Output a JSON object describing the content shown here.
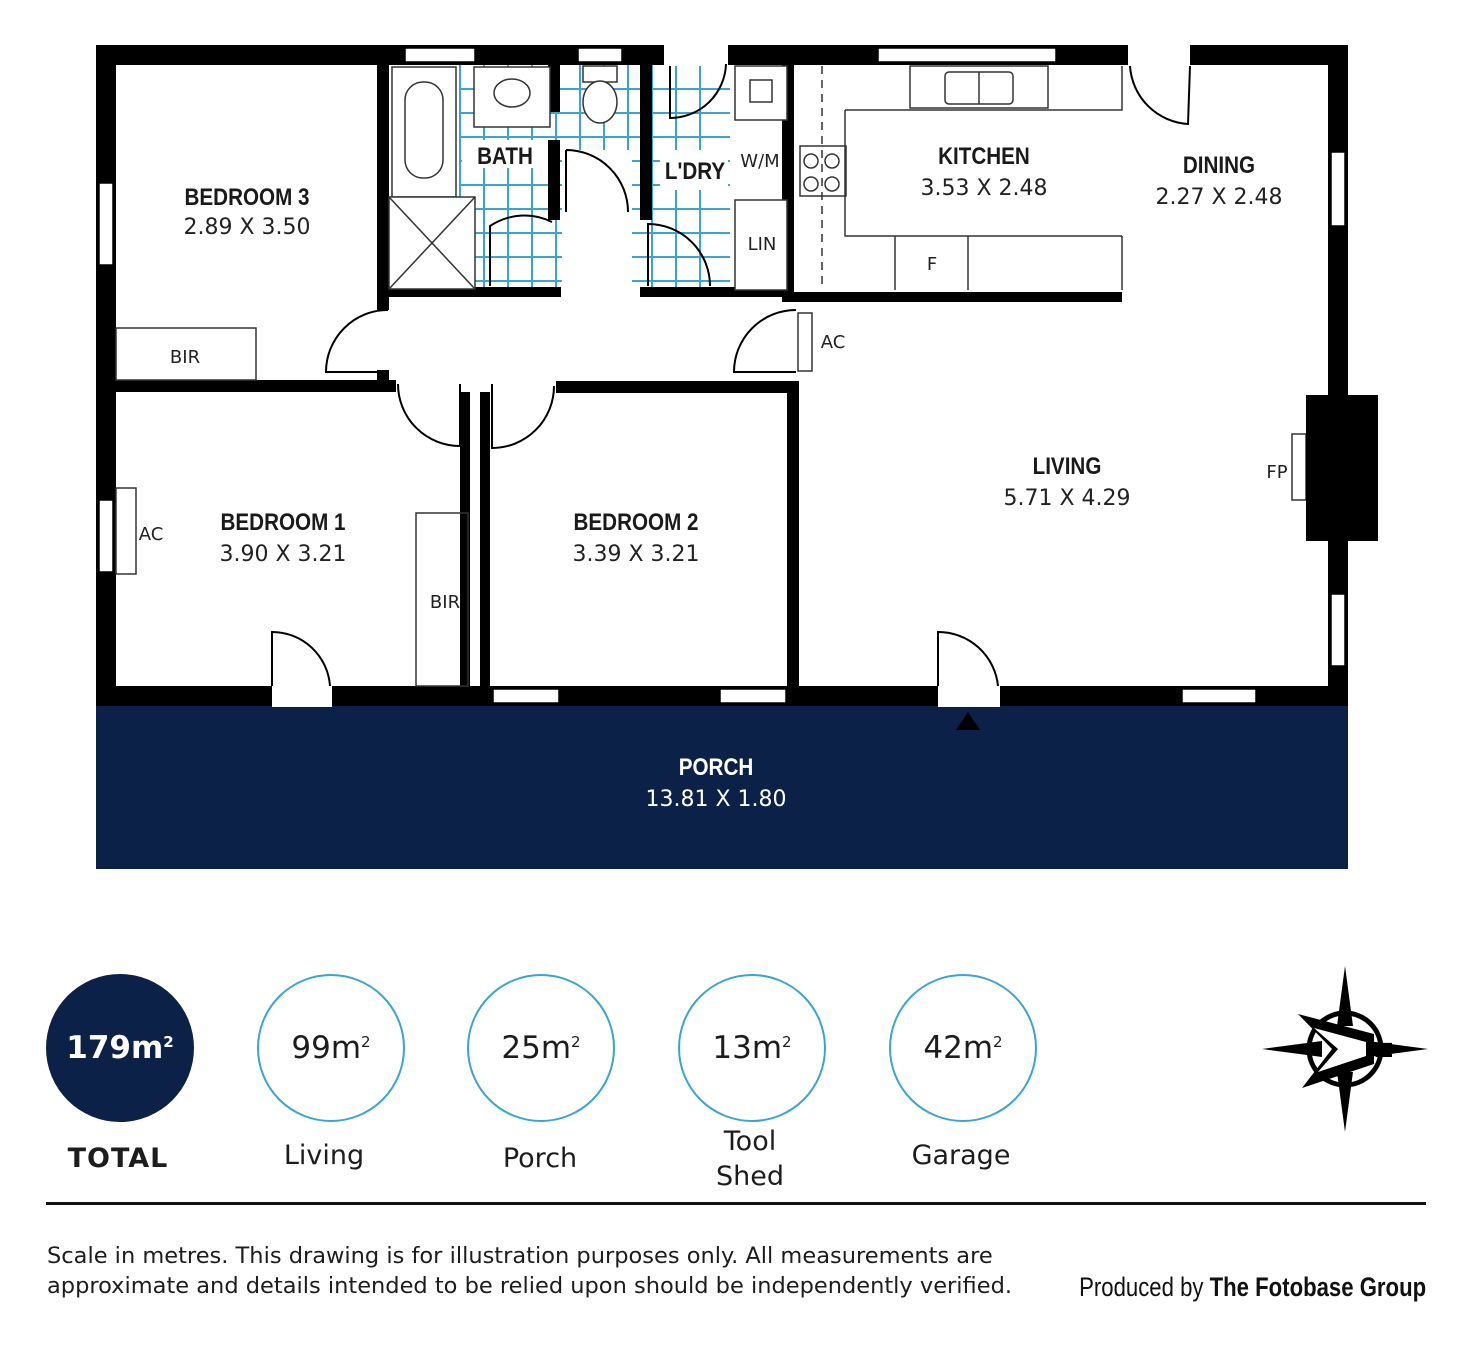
{
  "rooms": {
    "bedroom3": {
      "name": "BEDROOM 3",
      "dims": "2.89 X 3.50"
    },
    "bath": {
      "name": "BATH"
    },
    "laundry": {
      "name": "L'DRY"
    },
    "kitchen": {
      "name": "KITCHEN",
      "dims": "3.53 X 2.48"
    },
    "dining": {
      "name": "DINING",
      "dims": "2.27 X 2.48"
    },
    "bedroom1": {
      "name": "BEDROOM 1",
      "dims": "3.90 X 3.21"
    },
    "bedroom2": {
      "name": "BEDROOM 2",
      "dims": "3.39 X 3.21"
    },
    "living": {
      "name": "LIVING",
      "dims": "5.71 X 4.29"
    },
    "porch": {
      "name": "PORCH",
      "dims": "13.81 X 1.80"
    }
  },
  "fixtures": {
    "bir3": "BIR",
    "bir1": "BIR",
    "wm": "W/M",
    "lin": "LIN",
    "fridge": "F",
    "ac_living": "AC",
    "ac_bed1": "AC",
    "fp": "FP"
  },
  "stats": {
    "total": {
      "value": "179m",
      "sup": "2",
      "label": "TOTAL"
    },
    "living": {
      "value": "99m",
      "sup": "2",
      "label": "Living"
    },
    "porch": {
      "value": "25m",
      "sup": "2",
      "label": "Porch"
    },
    "tool_shed": {
      "value": "13m",
      "sup": "2",
      "label_line1": "Tool",
      "label_line2": "Shed"
    },
    "garage": {
      "value": "42m",
      "sup": "2",
      "label": "Garage"
    }
  },
  "compass_letter": "N",
  "footer": {
    "disclaimer_line1": "Scale in metres. This drawing is for illustration purposes only. All measurements are",
    "disclaimer_line2": "approximate and details intended to be relied upon should be independently verified.",
    "credit_prefix": "Produced by ",
    "credit_brand": "The Fotobase Group"
  },
  "colors": {
    "wall": "#000000",
    "porch": "#0c2148",
    "tile": "#3aa6d0"
  }
}
